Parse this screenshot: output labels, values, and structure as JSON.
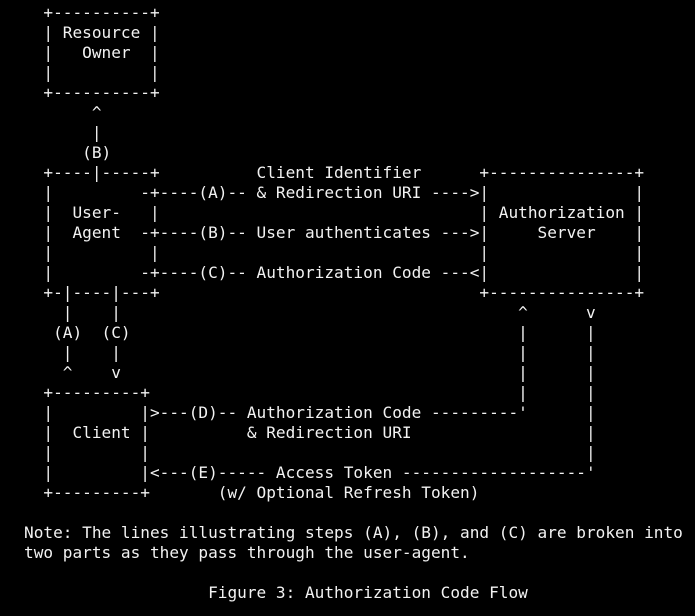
{
  "diagram": {
    "lines": [
      "  +----------+",
      "  | Resource |",
      "  |   Owner  |",
      "  |          |",
      "  +----------+",
      "       ^",
      "       |",
      "      (B)",
      "  +----|-----+          Client Identifier      +---------------+",
      "  |         -+----(A)-- & Redirection URI ---->|               |",
      "  |  User-   |                                 | Authorization |",
      "  |  Agent  -+----(B)-- User authenticates --->|     Server    |",
      "  |          |                                 |               |",
      "  |         -+----(C)-- Authorization Code ---<|               |",
      "  +-|----|---+                                 +---------------+",
      "    |    |                                         ^      v",
      "   (A)  (C)                                        |      |",
      "    |    |                                         |      |",
      "    ^    v                                         |      |",
      "  +---------+                                      |      |",
      "  |         |>---(D)-- Authorization Code ---------'      |",
      "  |  Client |          & Redirection URI                  |",
      "  |         |                                             |",
      "  |         |<---(E)----- Access Token -------------------'",
      "  +---------+       (w/ Optional Refresh Token)",
      "",
      "Note: The lines illustrating steps (A), (B), and (C) are broken into",
      "two parts as they pass through the user-agent.",
      "",
      "                   Figure 3: Authorization Code Flow"
    ]
  }
}
